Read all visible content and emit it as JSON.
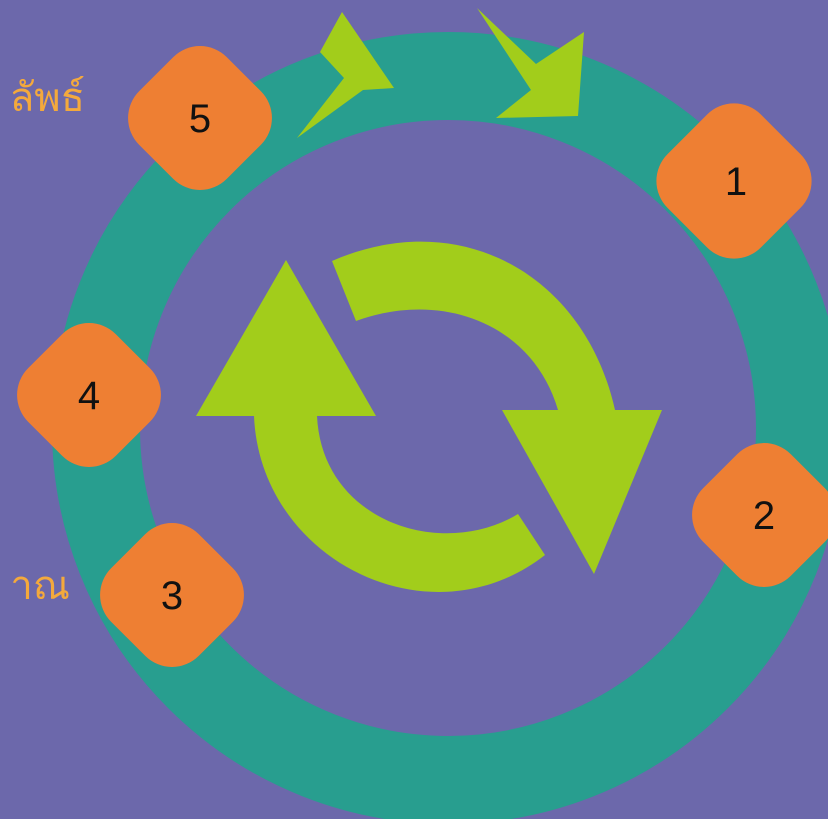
{
  "colors": {
    "background": "#6c68ab",
    "ring": "#289e8f",
    "arrow": "#a2cd1b",
    "badge": "#ee7f33",
    "badge_text": "#111111",
    "side_text": "#f4a93c"
  },
  "side_texts": {
    "top": "ลัพธ์",
    "bottom": "าณ"
  },
  "badges": [
    {
      "label": "1"
    },
    {
      "label": "2"
    },
    {
      "label": "3"
    },
    {
      "label": "4"
    },
    {
      "label": "5"
    }
  ]
}
